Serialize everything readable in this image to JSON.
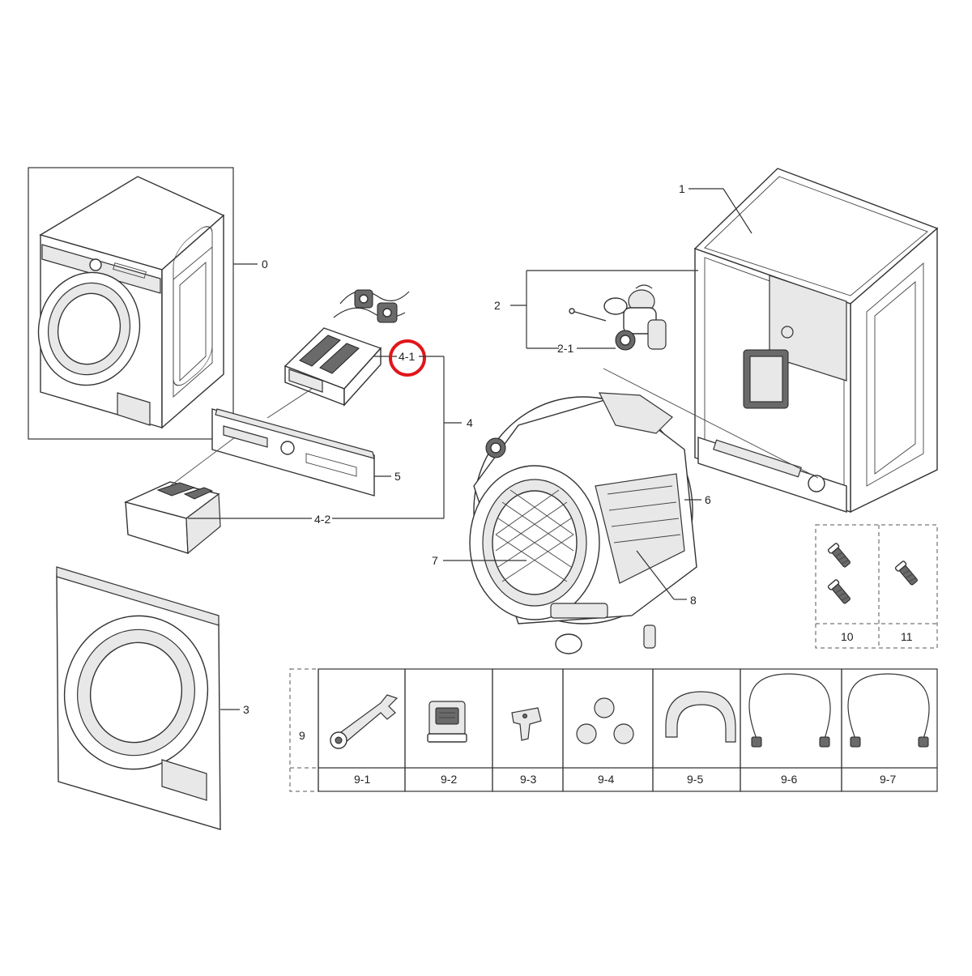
{
  "diagram": {
    "callouts": {
      "c0": "0",
      "c1": "1",
      "c2": "2",
      "c2_1": "2-1",
      "c3": "3",
      "c4": "4",
      "c4_1": "4-1",
      "c4_2": "4-2",
      "c5": "5",
      "c6": "6",
      "c7": "7",
      "c8": "8",
      "c9": "9",
      "c10": "10",
      "c11": "11"
    },
    "accessories": [
      {
        "label": "9-1",
        "icon": "wrench-icon"
      },
      {
        "label": "9-2",
        "icon": "bracket-clip-icon"
      },
      {
        "label": "9-3",
        "icon": "cap-tab-icon"
      },
      {
        "label": "9-4",
        "icon": "round-caps-icon"
      },
      {
        "label": "9-5",
        "icon": "hose-guide-icon"
      },
      {
        "label": "9-6",
        "icon": "inlet-hose-icon"
      },
      {
        "label": "9-7",
        "icon": "inlet-hose-icon"
      }
    ],
    "highlight": {
      "target": "4-1",
      "color": "#e0161b"
    }
  }
}
